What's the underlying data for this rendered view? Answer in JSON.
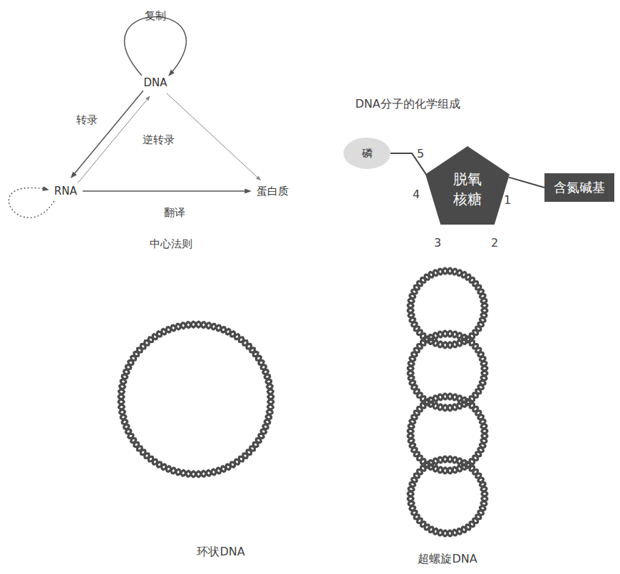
{
  "diagram": {
    "nodes": [
      {
        "text": [
          "DNA"
        ]
      },
      {
        "text": [
          "RNA"
        ]
      },
      {
        "text": [
          "蛋白质"
        ]
      },
      {
        "text": [
          "磷"
        ]
      },
      {
        "text": [
          "脱氧 核糖"
        ]
      },
      {
        "text": [
          "含氮碱基"
        ]
      }
    ],
    "edges": [
      {
        "from": 0,
        "to": 0,
        "arrow": "to",
        "label": "复制"
      },
      {
        "from": 0,
        "to": 1,
        "arrow": "to",
        "label": "转录"
      },
      {
        "from": 1,
        "to": 0,
        "arrow": "to",
        "label": "逆转录"
      },
      {
        "from": 0,
        "to": 2,
        "arrow": "to"
      },
      {
        "from": 1,
        "to": 2,
        "arrow": "to",
        "label": "翻译"
      },
      {
        "from": 1,
        "to": 1,
        "arrow": "to"
      },
      {
        "from": 3,
        "to": 4,
        "arrow": "none"
      },
      {
        "from": 4,
        "to": 5,
        "arrow": "none"
      }
    ],
    "labels": [
      "中心法则",
      "DNA分子的化学组成",
      "5",
      "4",
      "1",
      "3",
      "2",
      "环状DNA",
      "超螺旋DNA"
    ]
  }
}
